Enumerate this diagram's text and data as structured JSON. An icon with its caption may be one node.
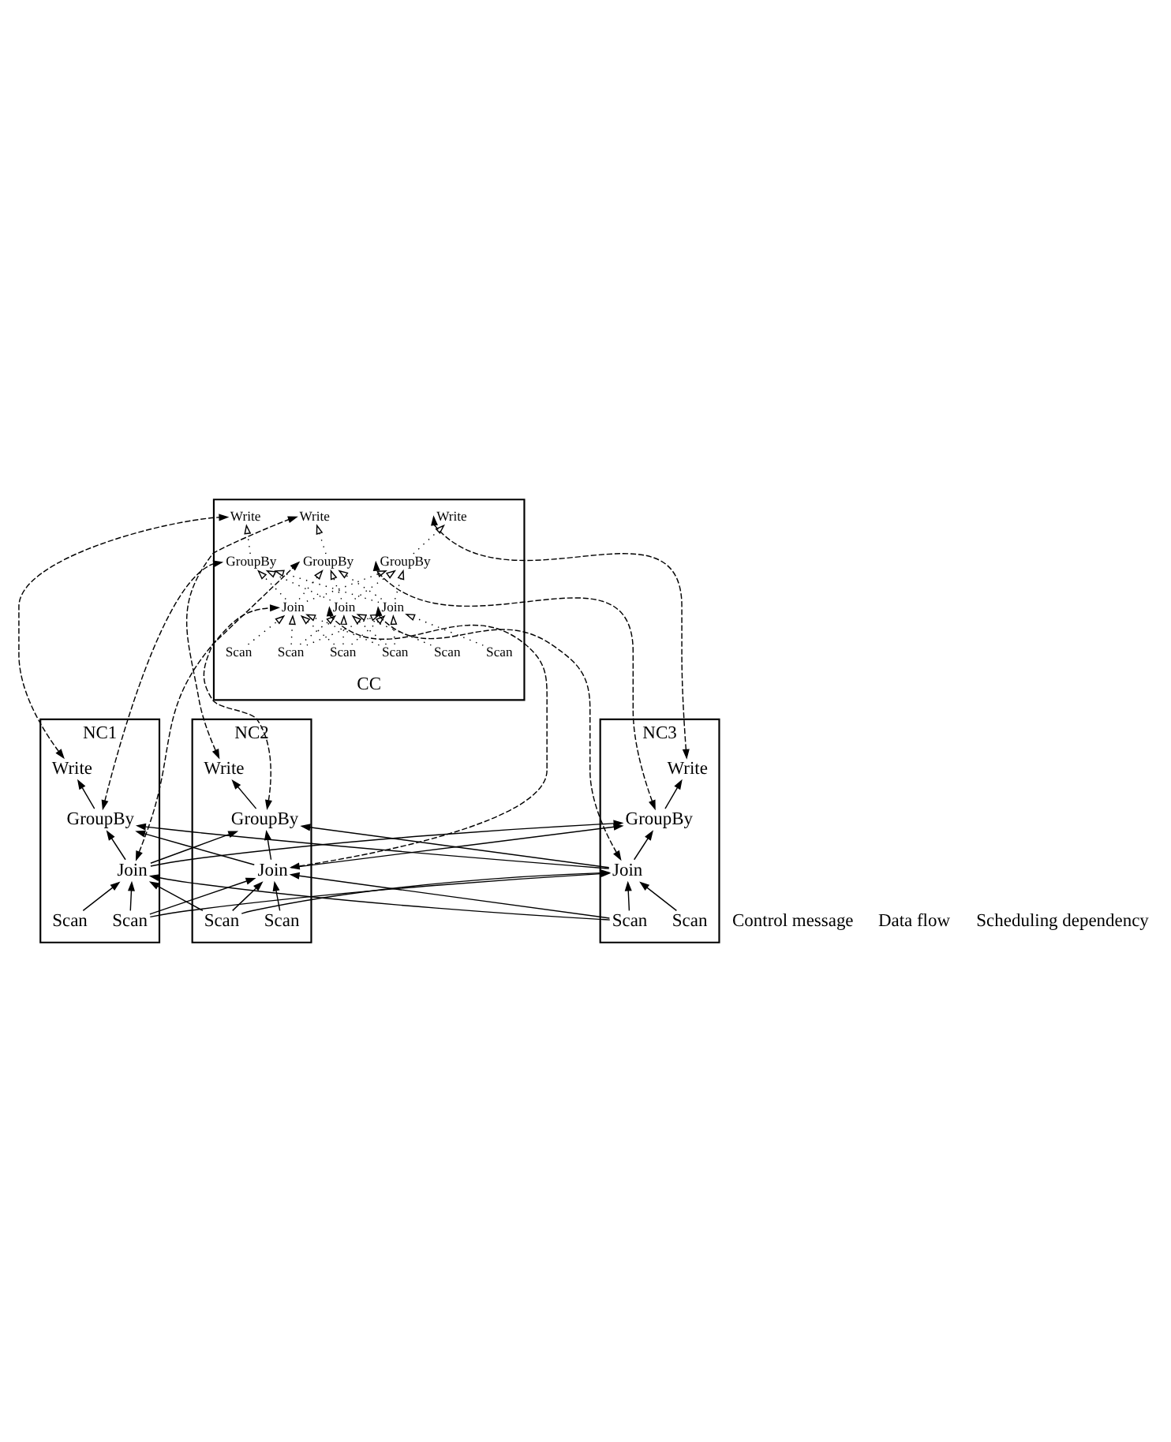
{
  "diagram": {
    "nodes": [
      {
        "text": [
          "CC"
        ]
      },
      {
        "text": [
          "Write"
        ],
        "in": 0
      },
      {
        "text": [
          "Write"
        ],
        "in": 0
      },
      {
        "text": [
          "Write"
        ],
        "in": 0
      },
      {
        "text": [
          "GroupBy"
        ],
        "in": 0
      },
      {
        "text": [
          "GroupBy"
        ],
        "in": 0
      },
      {
        "text": [
          "GroupBy"
        ],
        "in": 0
      },
      {
        "text": [
          "Join"
        ],
        "in": 0
      },
      {
        "text": [
          "Join"
        ],
        "in": 0
      },
      {
        "text": [
          "Join"
        ],
        "in": 0
      },
      {
        "text": [
          "Scan"
        ],
        "in": 0
      },
      {
        "text": [
          "Scan"
        ],
        "in": 0
      },
      {
        "text": [
          "Scan"
        ],
        "in": 0
      },
      {
        "text": [
          "Scan"
        ],
        "in": 0
      },
      {
        "text": [
          "Scan"
        ],
        "in": 0
      },
      {
        "text": [
          "Scan"
        ],
        "in": 0
      },
      {
        "text": [
          "NC1"
        ]
      },
      {
        "text": [
          "Write"
        ],
        "in": 16
      },
      {
        "text": [
          "GroupBy"
        ],
        "in": 16
      },
      {
        "text": [
          "Join"
        ],
        "in": 16
      },
      {
        "text": [
          "Scan"
        ],
        "in": 16
      },
      {
        "text": [
          "Scan"
        ],
        "in": 16
      },
      {
        "text": [
          "NC2"
        ]
      },
      {
        "text": [
          "Write"
        ],
        "in": 22
      },
      {
        "text": [
          "GroupBy"
        ],
        "in": 22
      },
      {
        "text": [
          "Join"
        ],
        "in": 22
      },
      {
        "text": [
          "Scan"
        ],
        "in": 22
      },
      {
        "text": [
          "Scan"
        ],
        "in": 22
      },
      {
        "text": [
          "NC3"
        ]
      },
      {
        "text": [
          "Write"
        ],
        "in": 28
      },
      {
        "text": [
          "GroupBy"
        ],
        "in": 28
      },
      {
        "text": [
          "Join"
        ],
        "in": 28
      },
      {
        "text": [
          "Scan"
        ],
        "in": 28
      },
      {
        "text": [
          "Scan"
        ],
        "in": 28
      }
    ],
    "edges": [
      {
        "from": 4,
        "to": 1,
        "arrow": "to",
        "style": "dashed"
      },
      {
        "from": 5,
        "to": 2,
        "arrow": "to",
        "style": "dashed"
      },
      {
        "from": 6,
        "to": 3,
        "arrow": "to",
        "style": "dashed"
      },
      {
        "from": 7,
        "to": 4,
        "arrow": "to",
        "style": "dashed"
      },
      {
        "from": 7,
        "to": 5,
        "arrow": "to",
        "style": "dashed"
      },
      {
        "from": 7,
        "to": 6,
        "arrow": "to",
        "style": "dashed"
      },
      {
        "from": 8,
        "to": 4,
        "arrow": "to",
        "style": "dashed"
      },
      {
        "from": 8,
        "to": 5,
        "arrow": "to",
        "style": "dashed"
      },
      {
        "from": 8,
        "to": 6,
        "arrow": "to",
        "style": "dashed"
      },
      {
        "from": 9,
        "to": 4,
        "arrow": "to",
        "style": "dashed"
      },
      {
        "from": 9,
        "to": 5,
        "arrow": "to",
        "style": "dashed"
      },
      {
        "from": 9,
        "to": 6,
        "arrow": "to",
        "style": "dashed"
      },
      {
        "from": 10,
        "to": 7,
        "arrow": "to",
        "style": "dashed"
      },
      {
        "from": 11,
        "to": 7,
        "arrow": "to",
        "style": "dashed"
      },
      {
        "from": 11,
        "to": 8,
        "arrow": "to",
        "style": "dashed"
      },
      {
        "from": 11,
        "to": 9,
        "arrow": "to",
        "style": "dashed"
      },
      {
        "from": 12,
        "to": 8,
        "arrow": "to",
        "style": "dashed"
      },
      {
        "from": 13,
        "to": 7,
        "arrow": "to",
        "style": "dashed"
      },
      {
        "from": 13,
        "to": 8,
        "arrow": "to",
        "style": "dashed"
      },
      {
        "from": 13,
        "to": 9,
        "arrow": "to",
        "style": "dashed"
      },
      {
        "from": 14,
        "to": 9,
        "arrow": "to",
        "style": "dashed"
      },
      {
        "from": 15,
        "to": 7,
        "arrow": "to",
        "style": "dashed"
      },
      {
        "from": 15,
        "to": 8,
        "arrow": "to",
        "style": "dashed"
      },
      {
        "from": 15,
        "to": 9,
        "arrow": "to",
        "style": "dashed"
      },
      {
        "from": 18,
        "to": 17,
        "arrow": "to"
      },
      {
        "from": 24,
        "to": 23,
        "arrow": "to"
      },
      {
        "from": 30,
        "to": 29,
        "arrow": "to"
      },
      {
        "from": 19,
        "to": 18,
        "arrow": "to"
      },
      {
        "from": 19,
        "to": 24,
        "arrow": "to"
      },
      {
        "from": 19,
        "to": 30,
        "arrow": "to"
      },
      {
        "from": 25,
        "to": 18,
        "arrow": "to"
      },
      {
        "from": 25,
        "to": 24,
        "arrow": "to"
      },
      {
        "from": 25,
        "to": 30,
        "arrow": "to"
      },
      {
        "from": 31,
        "to": 18,
        "arrow": "to"
      },
      {
        "from": 31,
        "to": 24,
        "arrow": "to"
      },
      {
        "from": 31,
        "to": 30,
        "arrow": "to"
      },
      {
        "from": 20,
        "to": 19,
        "arrow": "to"
      },
      {
        "from": 21,
        "to": 19,
        "arrow": "to"
      },
      {
        "from": 21,
        "to": 25,
        "arrow": "to"
      },
      {
        "from": 21,
        "to": 31,
        "arrow": "to"
      },
      {
        "from": 26,
        "to": 25,
        "arrow": "to"
      },
      {
        "from": 27,
        "to": 19,
        "arrow": "to"
      },
      {
        "from": 27,
        "to": 25,
        "arrow": "to"
      },
      {
        "from": 27,
        "to": 31,
        "arrow": "to"
      },
      {
        "from": 32,
        "to": 31,
        "arrow": "to"
      },
      {
        "from": 33,
        "to": 19,
        "arrow": "to"
      },
      {
        "from": 33,
        "to": 25,
        "arrow": "to"
      },
      {
        "from": 33,
        "to": 31,
        "arrow": "to"
      },
      {
        "from": 17,
        "to": 1,
        "arrow": "both",
        "style": "dashed"
      },
      {
        "from": 18,
        "to": 4,
        "arrow": "both",
        "style": "dashed"
      },
      {
        "from": 19,
        "to": 7,
        "arrow": "both",
        "style": "dashed"
      },
      {
        "from": 23,
        "to": 2,
        "arrow": "both",
        "style": "dashed"
      },
      {
        "from": 24,
        "to": 5,
        "arrow": "both",
        "style": "dashed"
      },
      {
        "from": 25,
        "to": 8,
        "arrow": "both",
        "style": "dashed"
      },
      {
        "from": 29,
        "to": 3,
        "arrow": "both",
        "style": "dashed"
      },
      {
        "from": 30,
        "to": 6,
        "arrow": "both",
        "style": "dashed"
      },
      {
        "from": 31,
        "to": 9,
        "arrow": "both",
        "style": "dashed"
      }
    ],
    "legend": [
      {
        "text": "Control message"
      },
      {
        "text": "Data flow"
      },
      {
        "text": "Scheduling dependency"
      }
    ]
  }
}
